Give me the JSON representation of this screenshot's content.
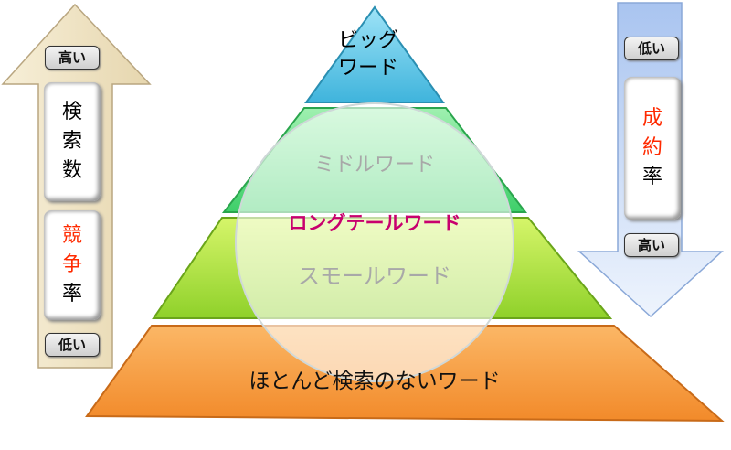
{
  "colors": {
    "top": "#5fc6e8",
    "middle": "#6ee08a",
    "long": "#b6e63a",
    "bottom": "#f59a3c",
    "accent_red": "#ff2a00",
    "accent_magenta": "#c8006e",
    "left_arrow": "#efe3c2",
    "right_arrow": "#b9cff2"
  },
  "pyramid": {
    "big_word": [
      "ビッグ",
      "ワード"
    ],
    "middle_word": "ミドルワード",
    "longtail_word": "ロングテールワード",
    "small_word": "スモールワード",
    "no_search_word": "ほとんど検索のないワード"
  },
  "left_arrow": {
    "top_label": "高い",
    "bottom_label": "低い",
    "search_chars": [
      "検",
      "索",
      "数"
    ],
    "competition_chars": [
      "競",
      "争"
    ],
    "competition_suffix": "率"
  },
  "right_arrow": {
    "top_label": "低い",
    "bottom_label": "高い",
    "conversion_chars": [
      "成",
      "約"
    ],
    "conversion_suffix": "率"
  }
}
